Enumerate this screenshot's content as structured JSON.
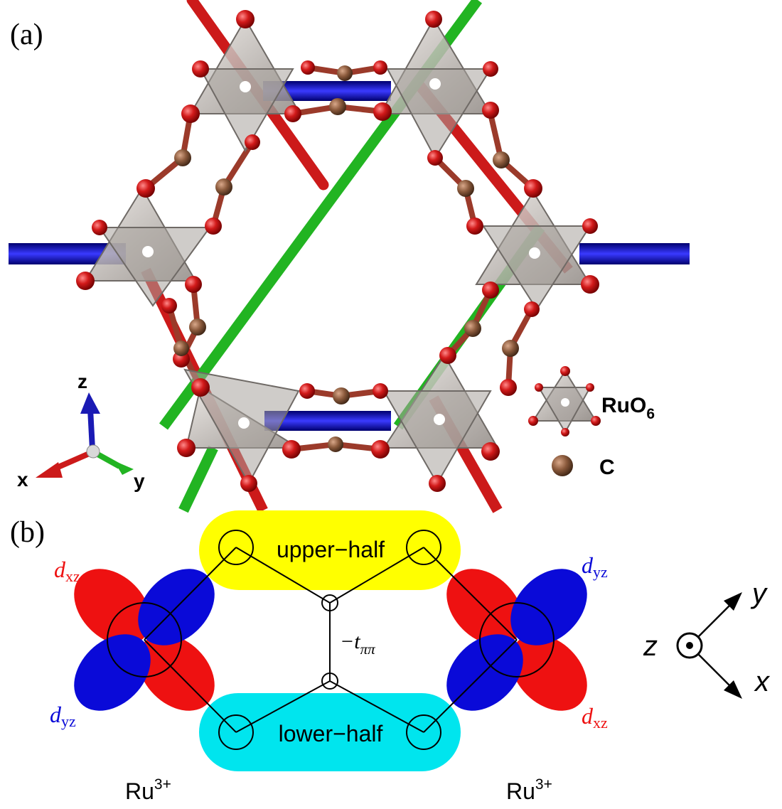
{
  "panel_a": {
    "label": "(a)",
    "axes": {
      "x": "x",
      "y": "y",
      "z": "z"
    },
    "legend": {
      "octahedron_label_main": "RuO",
      "octahedron_label_sub": "6",
      "carbon_label": "C"
    },
    "colors": {
      "oxygen": "#c8141c",
      "carbon": "#8b5a3c",
      "octahedron": "#b9b3ae",
      "bond_x": "#cc1a1a",
      "bond_y": "#22b422",
      "bond_z": "#1a1ab4"
    }
  },
  "panel_b": {
    "label": "(b)",
    "upper_half": "upper−half",
    "lower_half": "lower−half",
    "hopping_prefix": "−t",
    "hopping_sub": "ππ",
    "orbitals": {
      "left_top": {
        "d": "d",
        "sub": "xz"
      },
      "left_bottom": {
        "d": "d",
        "sub": "yz"
      },
      "right_top": {
        "d": "d",
        "sub": "yz"
      },
      "right_bottom": {
        "d": "d",
        "sub": "xz"
      }
    },
    "ion_left": {
      "base": "Ru",
      "sup": "3+"
    },
    "ion_right": {
      "base": "Ru",
      "sup": "3+"
    },
    "axes": {
      "x": "x",
      "y": "y",
      "z": "z"
    },
    "colors": {
      "upper_pill": "#ffff00",
      "lower_pill": "#00e5ee",
      "lobe_red": "#ee1111",
      "lobe_blue": "#0a0ad8"
    }
  }
}
